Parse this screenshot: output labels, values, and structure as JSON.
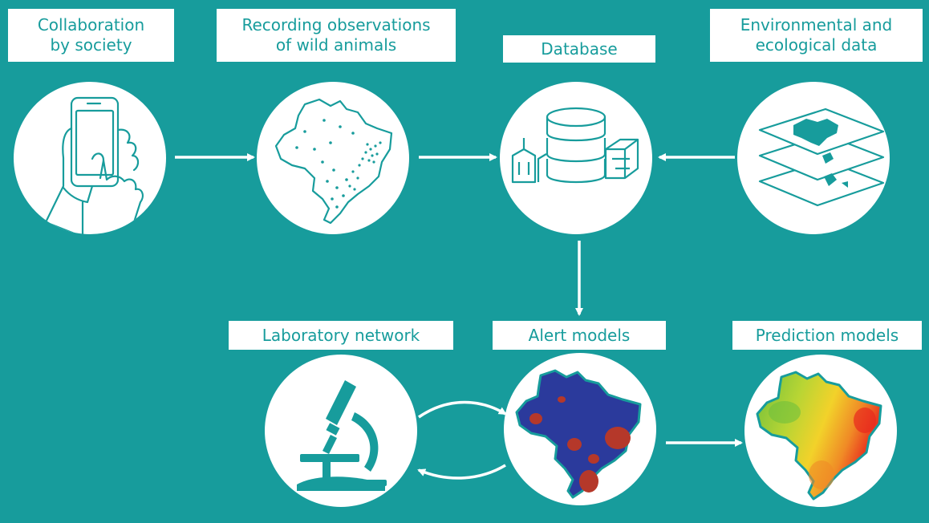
{
  "nodes": {
    "collaboration": {
      "label_line1": "Collaboration",
      "label_line2": "by society",
      "icon": "smartphone-hand-icon"
    },
    "recording": {
      "label_line1": "Recording observations",
      "label_line2": "of wild animals",
      "icon": "brazil-points-map-icon"
    },
    "database": {
      "label": "Database",
      "icon": "database-icon"
    },
    "environmental": {
      "label_line1": "Environmental and",
      "label_line2": "ecological data",
      "icon": "data-layers-icon"
    },
    "laboratory": {
      "label": "Laboratory network",
      "icon": "microscope-icon"
    },
    "alert": {
      "label": "Alert models",
      "icon": "alert-map-icon"
    },
    "prediction": {
      "label": "Prediction models",
      "icon": "prediction-heatmap-icon"
    }
  },
  "colors": {
    "background": "#179c9c",
    "label_text": "#179c9c",
    "alert_map_fill": "#2b3a9c",
    "alert_hotspot": "#b5382a",
    "prediction_hot": "#e8281e",
    "prediction_cool": "#6fbf3c"
  }
}
